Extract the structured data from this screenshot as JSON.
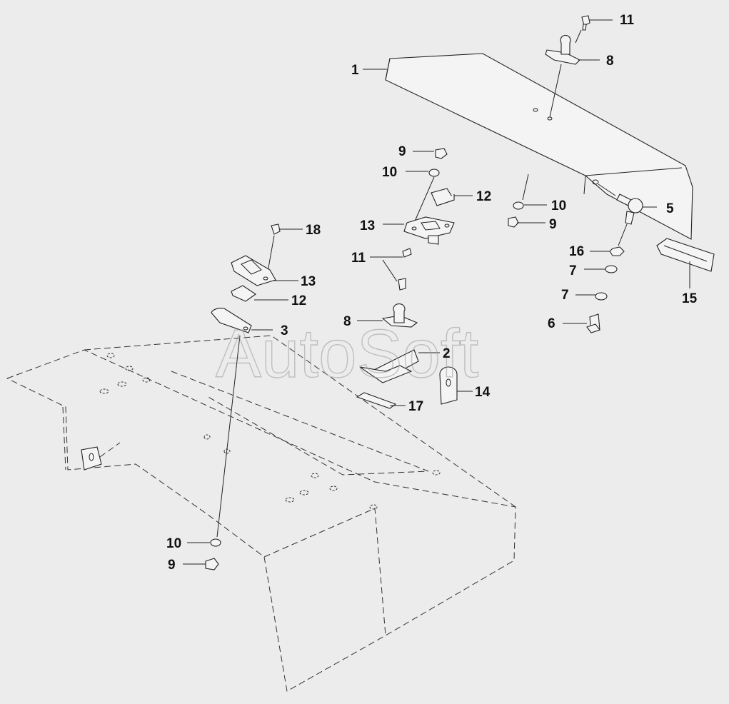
{
  "watermark": "AutoSoft",
  "callouts": [
    {
      "id": "lbl-1",
      "text": "1"
    },
    {
      "id": "lbl-11-top",
      "text": "11"
    },
    {
      "id": "lbl-8-top",
      "text": "8"
    },
    {
      "id": "lbl-12-right",
      "text": "12"
    },
    {
      "id": "lbl-10-right",
      "text": "10"
    },
    {
      "id": "lbl-9-right",
      "text": "9"
    },
    {
      "id": "lbl-5",
      "text": "5"
    },
    {
      "id": "lbl-16",
      "text": "16"
    },
    {
      "id": "lbl-7-a",
      "text": "7"
    },
    {
      "id": "lbl-7-b",
      "text": "7"
    },
    {
      "id": "lbl-6",
      "text": "6"
    },
    {
      "id": "lbl-15",
      "text": "15"
    },
    {
      "id": "lbl-9-mid",
      "text": "9"
    },
    {
      "id": "lbl-10-mid",
      "text": "10"
    },
    {
      "id": "lbl-13-mid",
      "text": "13"
    },
    {
      "id": "lbl-11-mid",
      "text": "11"
    },
    {
      "id": "lbl-8-mid",
      "text": "8"
    },
    {
      "id": "lbl-2",
      "text": "2"
    },
    {
      "id": "lbl-14",
      "text": "14"
    },
    {
      "id": "lbl-17",
      "text": "17"
    },
    {
      "id": "lbl-18",
      "text": "18"
    },
    {
      "id": "lbl-13-left",
      "text": "13"
    },
    {
      "id": "lbl-12-left",
      "text": "12"
    },
    {
      "id": "lbl-3",
      "text": "3"
    },
    {
      "id": "lbl-10-bottom",
      "text": "10"
    },
    {
      "id": "lbl-9-bottom",
      "text": "9"
    }
  ]
}
